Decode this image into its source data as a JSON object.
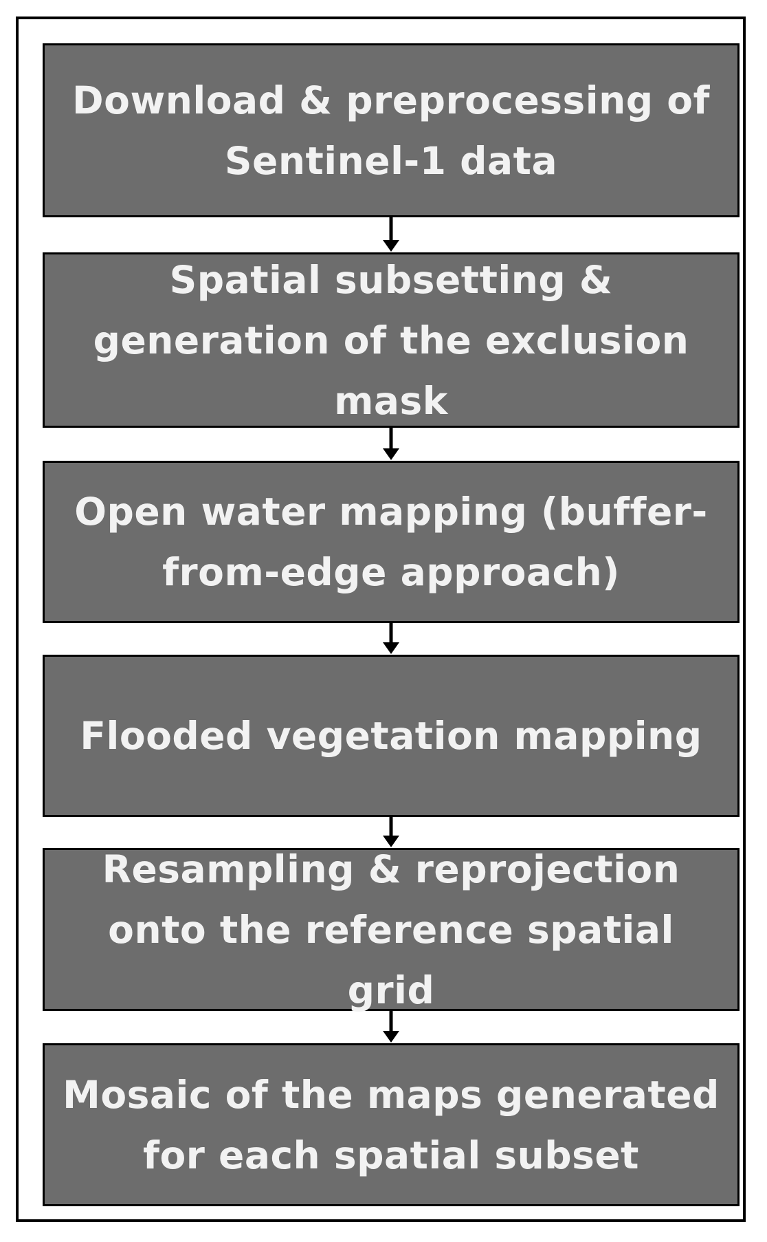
{
  "flowchart": {
    "steps": [
      {
        "label": "Download & preprocessing of Sentinel-1 data"
      },
      {
        "label": "Spatial subsetting & generation of the exclusion mask"
      },
      {
        "label": "Open water mapping (buffer-from-edge approach)"
      },
      {
        "label": "Flooded vegetation mapping"
      },
      {
        "label": "Resampling & reprojection onto the reference spatial grid"
      },
      {
        "label": "Mosaic of the maps generated for each spatial subset"
      }
    ],
    "colors": {
      "box_fill": "#6d6d6d",
      "box_border": "#000000",
      "text": "#f2f2f2",
      "arrow": "#000000"
    }
  }
}
